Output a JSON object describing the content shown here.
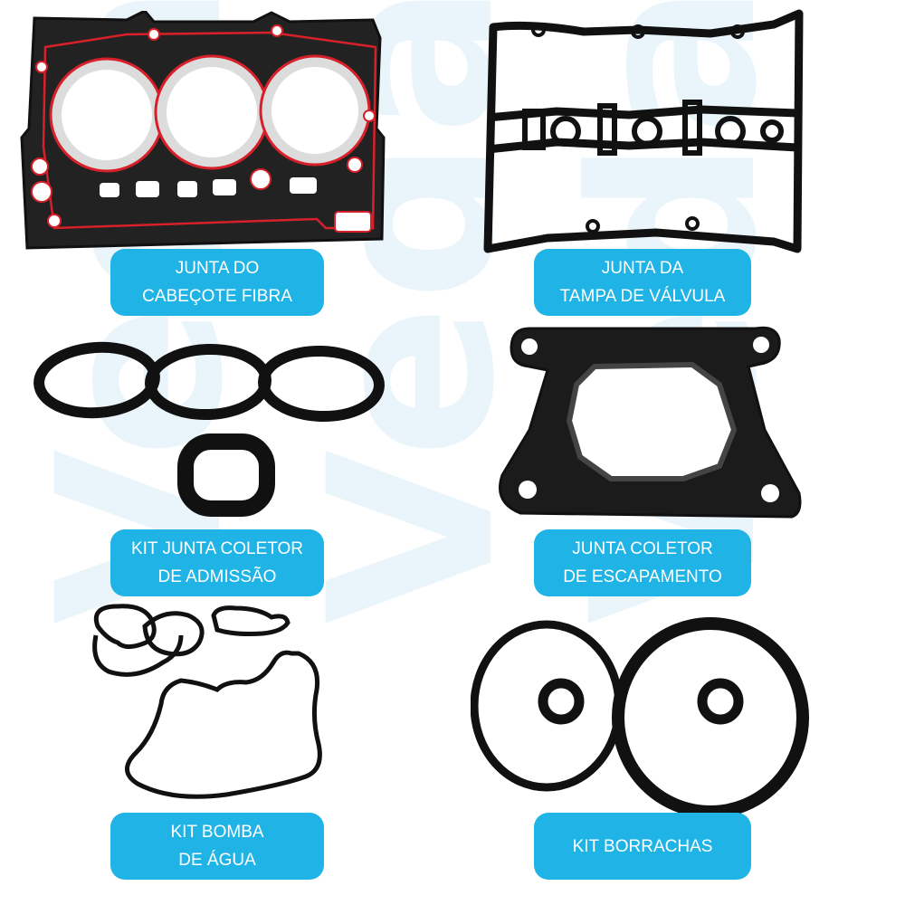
{
  "watermark": "VedaOn",
  "products": [
    {
      "line1": "JUNTA DO",
      "line2": "CABEÇOTE FIBRA"
    },
    {
      "line1": "JUNTA DA",
      "line2": "TAMPA DE VÁLVULA"
    },
    {
      "line1": "KIT JUNTA COLETOR",
      "line2": "DE ADMISSÃO"
    },
    {
      "line1": "JUNTA COLETOR",
      "line2": "DE ESCAPAMENTO"
    },
    {
      "line1": "KIT BOMBA",
      "line2": "DE ÁGUA"
    },
    {
      "line1": "KIT BORRACHAS"
    }
  ],
  "colors": {
    "label_bg": "#1fb3e6",
    "label_text": "#ffffff",
    "gasket": "#111111",
    "bead": "#d8202a",
    "watermark": "#eaf5fb"
  }
}
